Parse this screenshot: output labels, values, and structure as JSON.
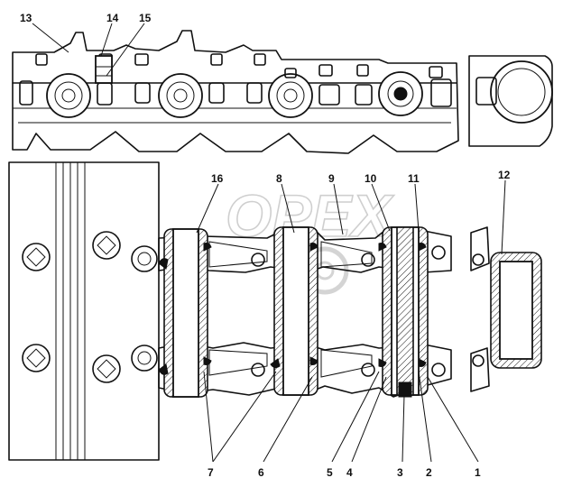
{
  "callouts": [
    {
      "id": "c13",
      "label": "13"
    },
    {
      "id": "c14",
      "label": "14"
    },
    {
      "id": "c15",
      "label": "15"
    },
    {
      "id": "c16",
      "label": "16"
    },
    {
      "id": "c8",
      "label": "8"
    },
    {
      "id": "c9",
      "label": "9"
    },
    {
      "id": "c10",
      "label": "10"
    },
    {
      "id": "c11",
      "label": "11"
    },
    {
      "id": "c12",
      "label": "12"
    },
    {
      "id": "c7",
      "label": "7"
    },
    {
      "id": "c6",
      "label": "6"
    },
    {
      "id": "c5",
      "label": "5"
    },
    {
      "id": "c4",
      "label": "4"
    },
    {
      "id": "c3",
      "label": "3"
    },
    {
      "id": "c2",
      "label": "2"
    },
    {
      "id": "c1",
      "label": "1"
    }
  ],
  "watermark": "OPEX"
}
